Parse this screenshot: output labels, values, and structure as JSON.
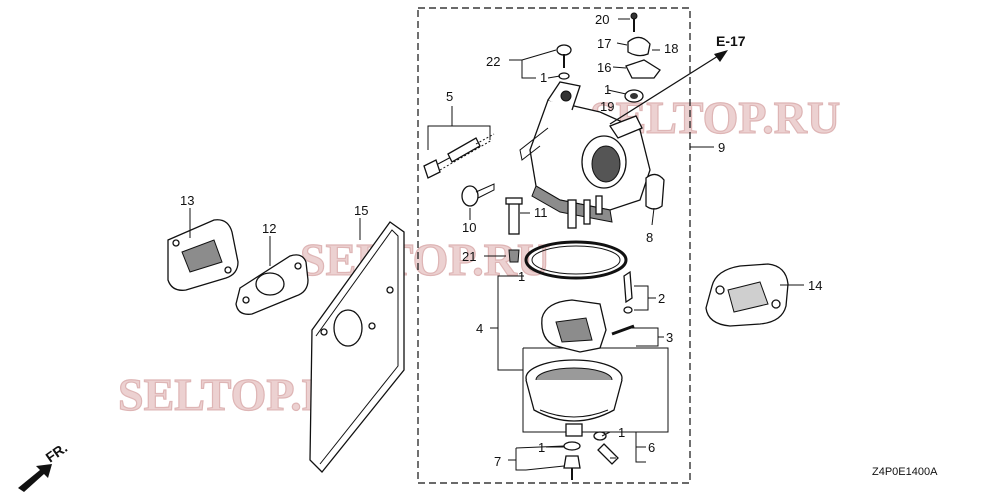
{
  "callouts": {
    "c1a": "1",
    "c1b": "1",
    "c1c": "1",
    "c1d": "1",
    "c1e": "1",
    "c2": "2",
    "c3": "3",
    "c4": "4",
    "c5": "5",
    "c6": "6",
    "c7": "7",
    "c8": "8",
    "c9": "9",
    "c10": "10",
    "c11": "11",
    "c12": "12",
    "c13": "13",
    "c14": "14",
    "c15": "15",
    "c16": "16",
    "c17": "17",
    "c18": "18",
    "c19": "19",
    "c20": "20",
    "c21": "21",
    "c22": "22"
  },
  "ref_label": "E-17",
  "direction_label": "FR.",
  "diagram_code": "Z4P0E1400A",
  "watermark": "SELTOP.RU"
}
